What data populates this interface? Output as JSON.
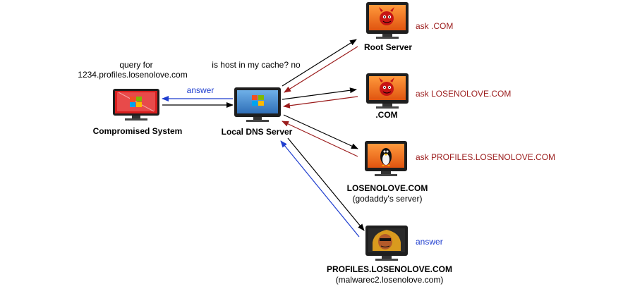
{
  "colors": {
    "request_arrow": "#000000",
    "response_arrow": "#9b1c1c",
    "answer_arrow": "#1f3ecf",
    "orange_screen": "#f06a1a",
    "monitor_body": "#1e1e1e"
  },
  "nodes": {
    "compromised": {
      "name": "Compromised System",
      "query_line1": "query for",
      "query_line2": "1234.profiles.losenolove.com",
      "icon": "windows-flag-icon"
    },
    "local_dns": {
      "name": "Local DNS Server",
      "note": "is host in my cache? no",
      "icon": "windows-flag-icon"
    },
    "root": {
      "name": "Root Server",
      "side_label": "ask .COM",
      "icon": "bsd-daemon-icon"
    },
    "com": {
      "name": ".COM",
      "side_label": "ask LOSENOLOVE.COM",
      "icon": "bsd-daemon-icon"
    },
    "losenolove": {
      "name": "LOSENOLOVE.COM",
      "sub": "(godaddy's server)",
      "side_label": "ask PROFILES.LOSENOLOVE.COM",
      "icon": "linux-penguin-icon"
    },
    "profiles": {
      "name": "PROFILES.LOSENOLOVE.COM",
      "sub": "(malwarec2.losenolove.com)",
      "side_label": "answer",
      "icon": "hacker-face-icon"
    }
  },
  "edges": {
    "answer_to_client_label": "answer"
  }
}
